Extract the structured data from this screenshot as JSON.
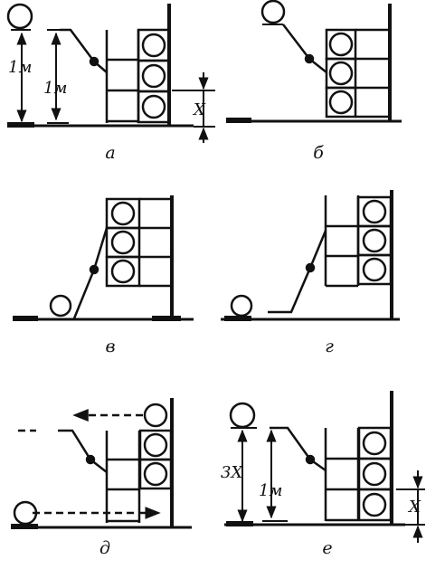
{
  "colors": {
    "ink": "#111111",
    "background": "#ffffff"
  },
  "panels": [
    {
      "id": "a",
      "caption": "а",
      "labels": {
        "one_m_left": "1м",
        "one_m_right": "1м",
        "x": "X"
      }
    },
    {
      "id": "b",
      "caption": "б"
    },
    {
      "id": "v",
      "caption": "в"
    },
    {
      "id": "g",
      "caption": "г"
    },
    {
      "id": "d",
      "caption": "д"
    },
    {
      "id": "e",
      "caption": "е",
      "labels": {
        "three_x": "3X",
        "one_m": "1м",
        "x": "X"
      }
    }
  ]
}
